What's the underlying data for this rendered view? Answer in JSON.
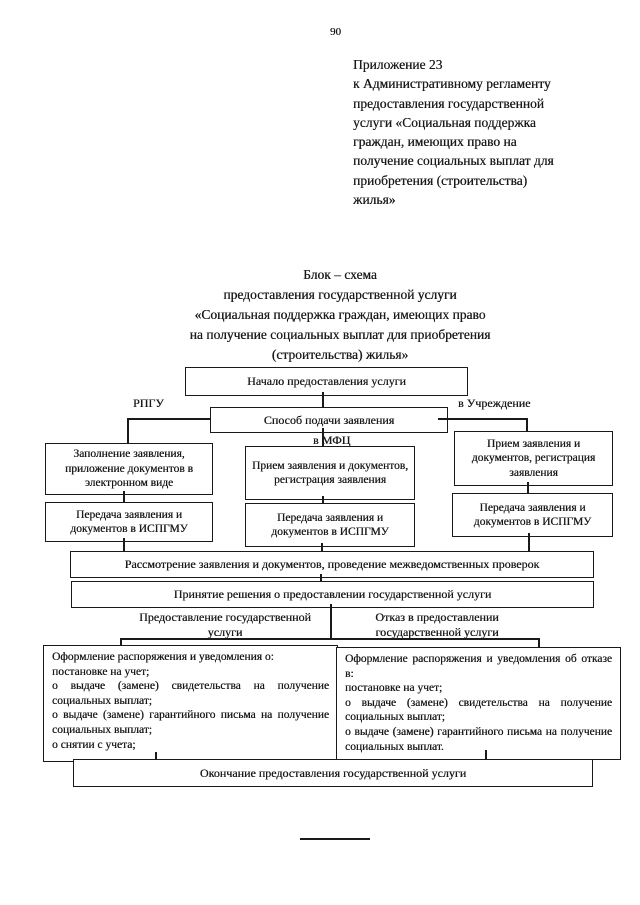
{
  "colors": {
    "ink": "#1a1a1a",
    "paper": "#ffffff"
  },
  "page_number": "90",
  "annex_header": {
    "lines": [
      "Приложение 23",
      "к Административному регламенту",
      "предоставления государственной",
      "услуги «Социальная поддержка",
      "граждан, имеющих право на",
      "получение социальных выплат для",
      "приобретения (строительства)",
      "жилья»"
    ]
  },
  "title": {
    "lines": [
      "Блок – схема",
      "предоставления государственной услуги",
      "«Социальная поддержка граждан, имеющих право",
      "на получение социальных выплат для приобретения",
      "(строительства) жилья»"
    ]
  },
  "flowchart": {
    "start_box": "Начало предоставления услуги",
    "method_box": "Способ подачи заявления",
    "channel_labels": {
      "rpgu": "РПГУ",
      "institution": "в Учреждение",
      "mfc": "в МФЦ"
    },
    "rpgu_column": {
      "step1": "Заполнение заявления, приложение документов в электронном виде",
      "step2": "Передача заявления и документов в ИСПГМУ"
    },
    "mfc_column": {
      "step1": "Прием заявления и документов, регистрация заявления",
      "step2": "Передача заявления и документов в ИСПГМУ"
    },
    "institution_column": {
      "step1": "Прием заявления и документов, регистрация заявления",
      "step2": "Передача заявления и документов в ИСПГМУ"
    },
    "review_box": "Рассмотрение заявления и документов, проведение межведомственных проверок",
    "decision_box": "Принятие решения о предоставлении государственной услуги",
    "branch_labels": {
      "grant": "Предоставление государственной услуги",
      "refusal": "Отказ в предоставлении государственной услуги"
    },
    "grant_outcome_box": {
      "items": [
        "Оформление распоряжения и уведомления о:",
        "постановке на учет;",
        "о выдаче (замене) свидетельства на получение социальных выплат;",
        "о выдаче (замене) гарантийного письма на получение социальных выплат;",
        "о снятии с учета;"
      ]
    },
    "refusal_outcome_box": {
      "items": [
        "Оформление распоряжения и уведомления об отказе в:",
        "постановке на учет;",
        "о выдаче (замене) свидетельства на получение социальных выплат;",
        "о выдаче (замене) гарантийного письма на получение социальных выплат."
      ]
    },
    "end_box": "Окончание предоставления государственной услуги"
  }
}
